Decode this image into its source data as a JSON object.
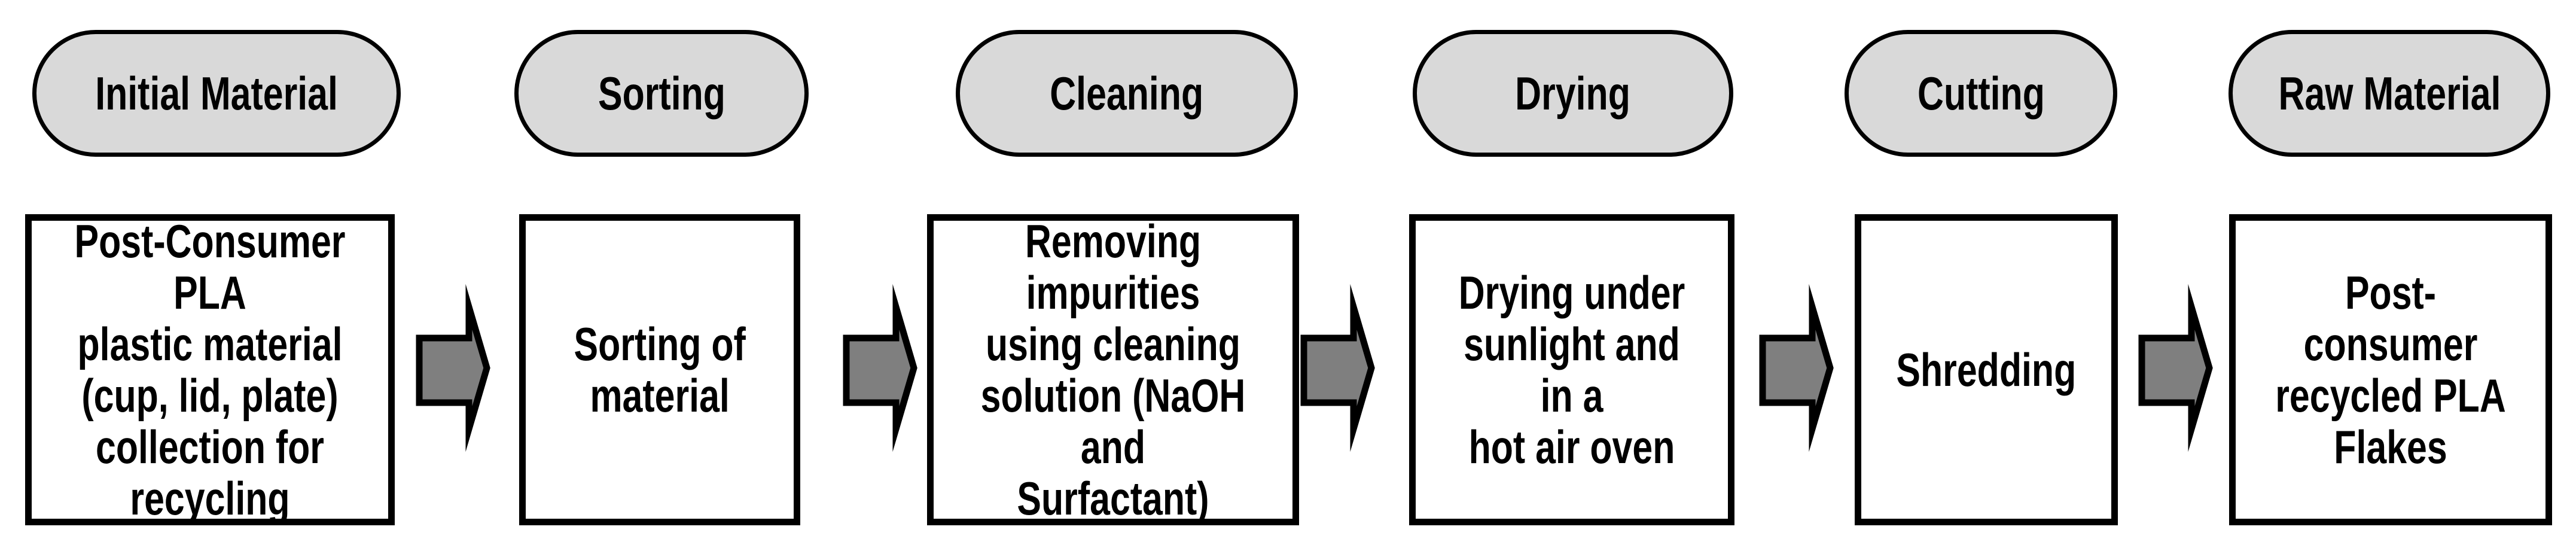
{
  "diagram_type": "process-flowchart",
  "stages": [
    {
      "header": "Initial Material",
      "box": [
        "Post-Consumer PLA",
        "plastic material",
        "(cup, lid, plate)",
        "collection for",
        "recycling"
      ]
    },
    {
      "header": "Sorting",
      "box": [
        "Sorting of",
        "material"
      ]
    },
    {
      "header": "Cleaning",
      "box": [
        "Removing impurities",
        "using cleaning",
        "solution (NaOH and",
        "Surfactant)"
      ]
    },
    {
      "header": "Drying",
      "box": [
        "Drying under",
        "sunlight and in a",
        "hot air oven"
      ]
    },
    {
      "header": "Cutting",
      "box": [
        "Shredding"
      ]
    },
    {
      "header": "Raw Material",
      "box": [
        "Post-consumer",
        "recycled PLA",
        "Flakes"
      ]
    }
  ],
  "connectors": {
    "icon": "right-block-arrow-icon",
    "count": 5
  },
  "colors": {
    "pill_fill": "#d9d9d9",
    "pill_border": "#000000",
    "box_fill": "#ffffff",
    "box_border": "#000000",
    "arrow_fill": "#7f7f7f",
    "arrow_stroke": "#000000",
    "text": "#000000",
    "background": "#ffffff"
  }
}
